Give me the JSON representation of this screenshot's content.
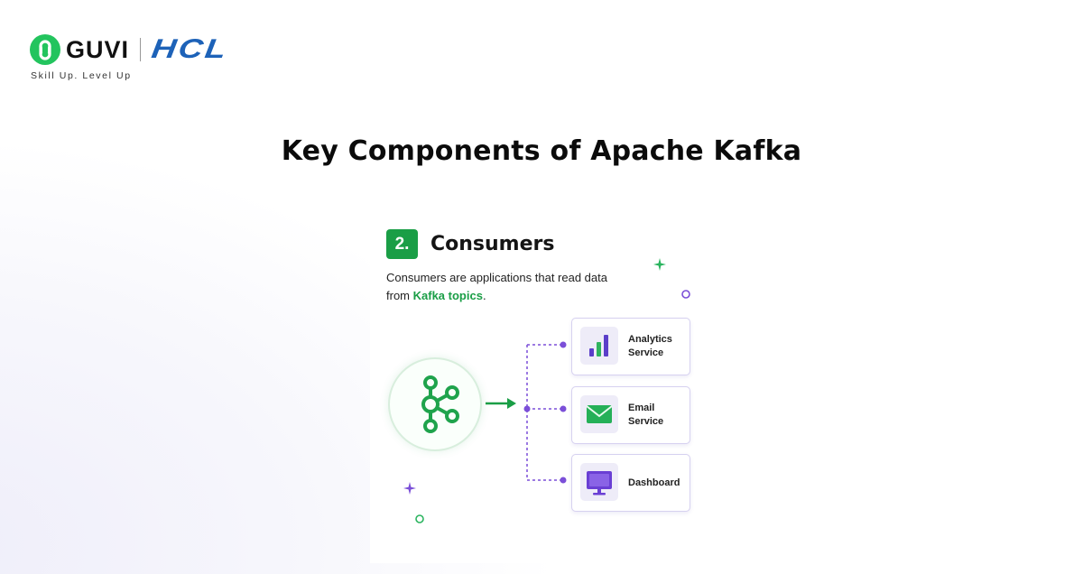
{
  "brand": {
    "guvi_name": "GUVI",
    "partner_name": "HCL",
    "tagline": "Skill Up. Level Up",
    "guvi_color": "#23c45e",
    "hcl_color": "#1d62b8"
  },
  "page": {
    "title": "Key Components of Apache Kafka"
  },
  "card": {
    "number": "2.",
    "heading": "Consumers",
    "description_prefix": "Consumers are applications that read data from ",
    "description_highlight": "Kafka topics",
    "description_suffix": ".",
    "accent_color": "#1a9e46",
    "dash_color": "#7b4fd8"
  },
  "source": {
    "icon": "kafka-logo-icon"
  },
  "services": [
    {
      "label": "Analytics Service",
      "icon": "bar-chart-icon"
    },
    {
      "label": "Email Service",
      "icon": "envelope-icon"
    },
    {
      "label": "Dashboard",
      "icon": "monitor-icon"
    }
  ]
}
